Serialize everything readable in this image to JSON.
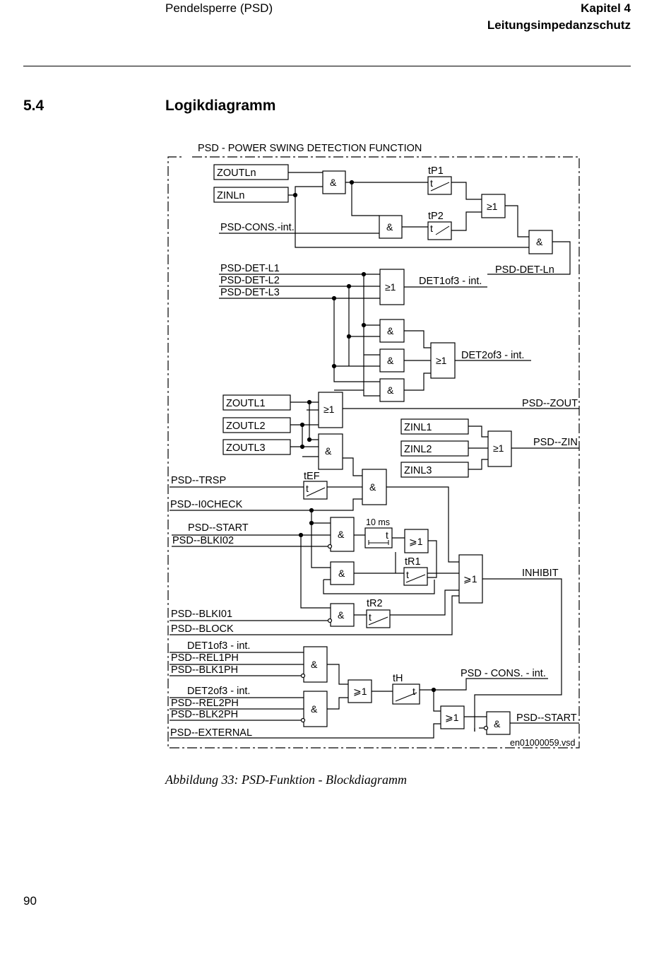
{
  "header": {
    "left": "Pendelsperre (PSD)",
    "right_line1": "Kapitel 4",
    "right_line2": "Leitungsimpedanzschutz"
  },
  "section": {
    "number": "5.4",
    "title": "Logikdiagramm"
  },
  "diagram": {
    "frame_title": "PSD - POWER SWING DETECTION FUNCTION",
    "file_ref": "en01000059.vsd",
    "inputs": {
      "zoutln": "ZOUTLn",
      "zinln": "ZINLn",
      "cons_int": "PSD-CONS.-int.",
      "det_l1": "PSD-DET-L1",
      "det_l2": "PSD-DET-L2",
      "det_l3": "PSD-DET-L3",
      "zoutl1": "ZOUTL1",
      "zoutl2": "ZOUTL2",
      "zoutl3": "ZOUTL3",
      "zinl1": "ZINL1",
      "zinl2": "ZINL2",
      "zinl3": "ZINL3",
      "trsp": "PSD--TRSP",
      "i0check": "PSD--I0CHECK",
      "start_in": "PSD--START",
      "blki02": "PSD--BLKI02",
      "blki01": "PSD--BLKI01",
      "block": "PSD--BLOCK",
      "det1of3_in": "DET1of3 - int.",
      "rel1ph": "PSD--REL1PH",
      "blk1ph": "PSD--BLK1PH",
      "det2of3_in": "DET2of3 - int.",
      "rel2ph": "PSD--REL2PH",
      "blk2ph": "PSD--BLK2PH",
      "external": "PSD--EXTERNAL"
    },
    "outputs": {
      "det_ln": "PSD-DET-Ln",
      "det1of3": "DET1of3 - int.",
      "det2of3": "DET2of3 - int.",
      "zout": "PSD--ZOUT",
      "zin": "PSD--ZIN",
      "inhibit": "INHIBIT",
      "cons_int_out": "PSD - CONS. - int.",
      "start_out": "PSD--START"
    },
    "timers": {
      "tp1": "tP1",
      "tp2": "tP2",
      "tef": "tEF",
      "t10ms": "10 ms",
      "tr1": "tR1",
      "tr2": "tR2",
      "th": "tH",
      "t": "t"
    },
    "gates": {
      "and": "&",
      "or_ge": "≥1",
      "or_geslant": "⩾1"
    }
  },
  "caption": "Abbildung 33:  PSD-Funktion - Blockdiagramm",
  "page_number": "90"
}
